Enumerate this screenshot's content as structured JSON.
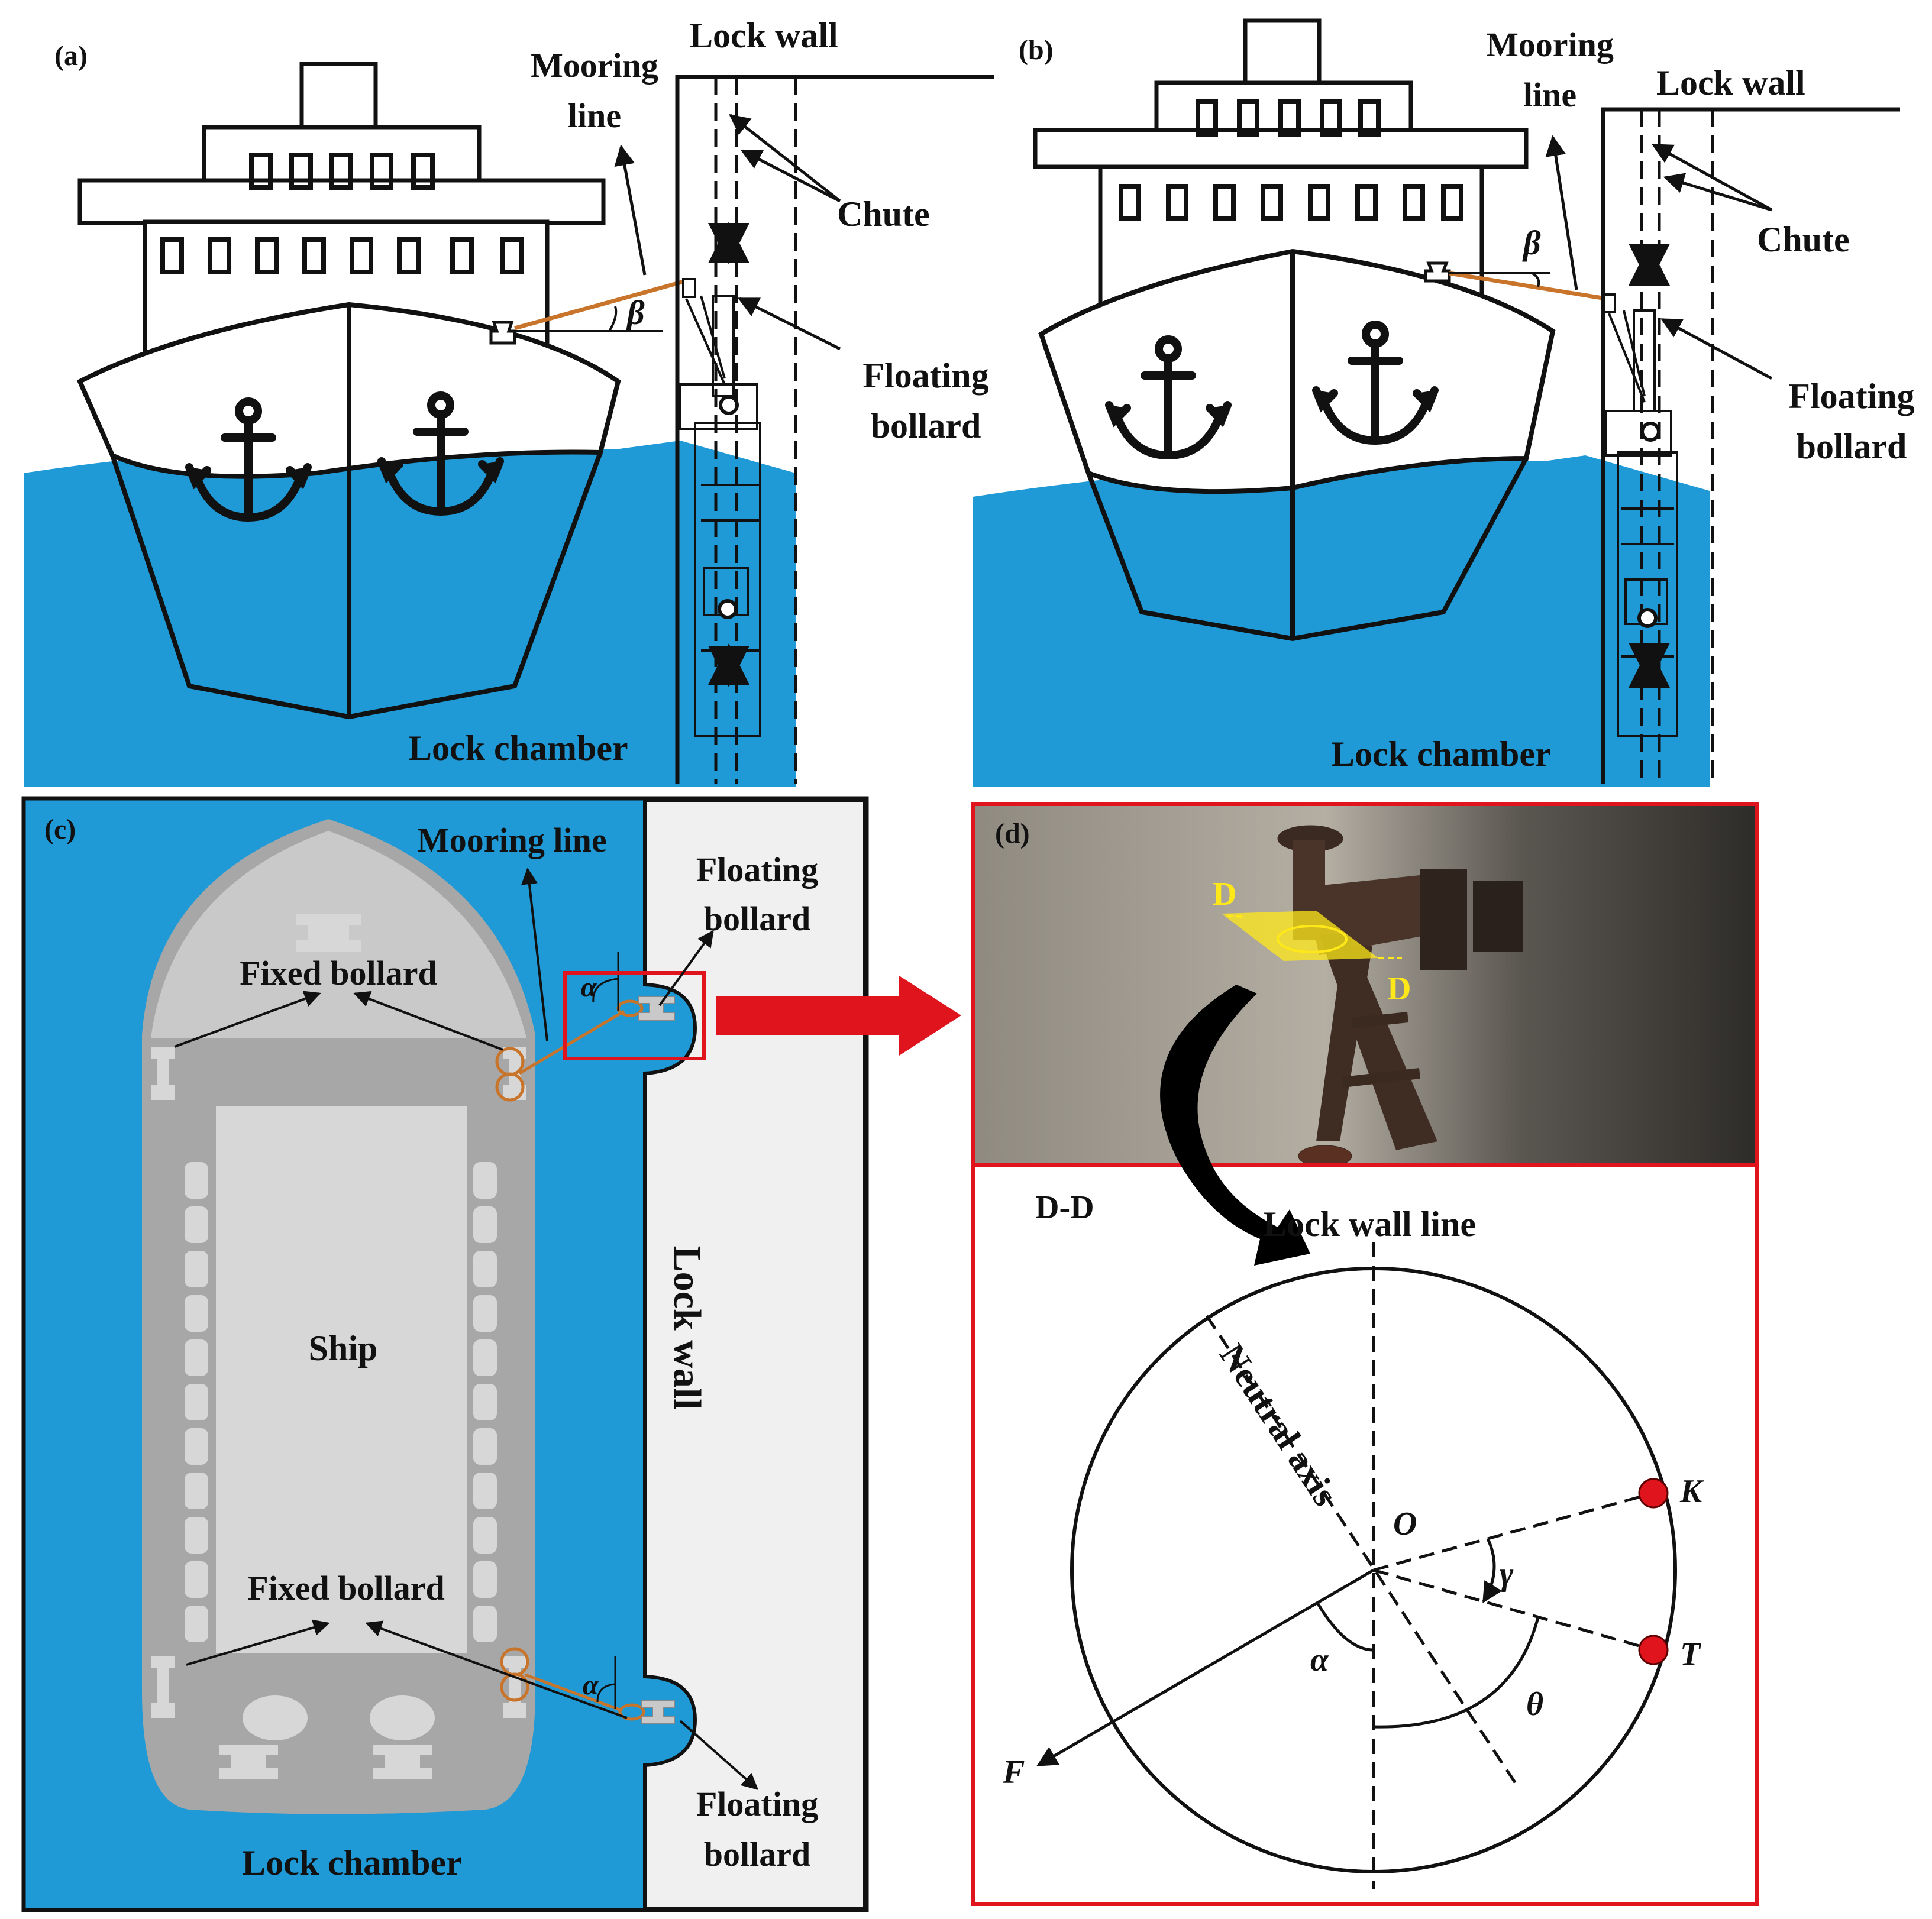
{
  "panel_a": {
    "tag": "(a)",
    "lock_wall": "Lock wall",
    "mooring_line_1": "Mooring",
    "mooring_line_2": "line",
    "chute": "Chute",
    "floating_bollard_1": "Floating",
    "floating_bollard_2": "bollard",
    "beta": "β",
    "lock_chamber": "Lock chamber"
  },
  "panel_b": {
    "tag": "(b)",
    "lock_wall": "Lock wall",
    "mooring_line_1": "Mooring",
    "mooring_line_2": "line",
    "chute": "Chute",
    "floating_bollard_1": "Floating",
    "floating_bollard_2": "bollard",
    "beta": "β",
    "lock_chamber": "Lock chamber"
  },
  "panel_c": {
    "tag": "(c)",
    "mooring_line": "Mooring line",
    "floating_bollard_top_1": "Floating",
    "floating_bollard_top_2": "bollard",
    "fixed_bollard_top": "Fixed bollard",
    "fixed_bollard_bottom": "Fixed bollard",
    "ship": "Ship",
    "lock_wall": "Lock wall",
    "alpha_top": "α",
    "alpha_bottom": "α",
    "floating_bollard_bottom_1": "Floating",
    "floating_bollard_bottom_2": "bollard",
    "lock_chamber": "Lock chamber"
  },
  "panel_d": {
    "tag": "(d)",
    "section_mark_1": "D",
    "section_mark_2": "D",
    "section_title": "D-D",
    "lock_wall_line": "Lock wall line",
    "neutral_axis": "Neutral axis",
    "point_o": "O",
    "point_k": "K",
    "point_t": "T",
    "gamma": "γ",
    "alpha": "α",
    "theta": "θ",
    "force_f": "F"
  },
  "colors": {
    "water": "#1f9ad6",
    "mooring_line": "#c8742a",
    "marker_red": "#e0141c",
    "frame_red": "#e0141c",
    "ship_gray": "#a7a7a7",
    "wall_gray": "#f0f0f0",
    "section_yellow": "#ffe81a"
  }
}
